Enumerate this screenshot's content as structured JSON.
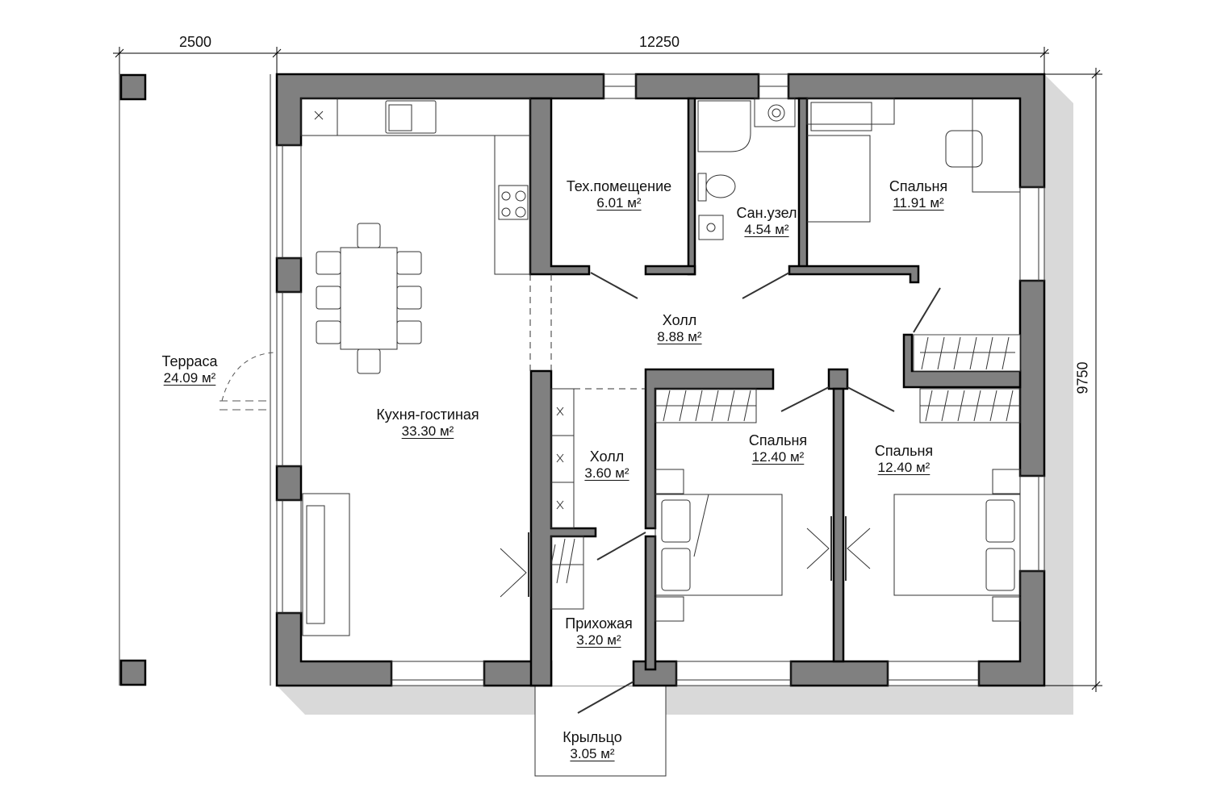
{
  "plan": {
    "dimensions": {
      "terrace_width": "2500",
      "house_width": "12250",
      "house_depth": "9750"
    },
    "rooms": [
      {
        "id": "terrace",
        "name": "Терраса",
        "area": "24.09 м²"
      },
      {
        "id": "kitchen",
        "name": "Кухня-гостиная",
        "area": "33.30 м²"
      },
      {
        "id": "tech",
        "name": "Тех.помещение",
        "area": "6.01 м²"
      },
      {
        "id": "bath",
        "name": "Сан.узел",
        "area": "4.54 м²"
      },
      {
        "id": "bedroom1",
        "name": "Спальня",
        "area": "11.91 м²"
      },
      {
        "id": "hall",
        "name": "Холл",
        "area": "8.88 м²"
      },
      {
        "id": "hall2",
        "name": "Холл",
        "area": "3.60 м²"
      },
      {
        "id": "bedroom2",
        "name": "Спальня",
        "area": "12.40 м²"
      },
      {
        "id": "bedroom3",
        "name": "Спальня",
        "area": "12.40 м²"
      },
      {
        "id": "entry",
        "name": "Прихожая",
        "area": "3.20 м²"
      },
      {
        "id": "porch",
        "name": "Крыльцо",
        "area": "3.05 м²"
      }
    ],
    "colors": {
      "wall": "#808080",
      "shadow": "#d9d9d9",
      "line": "#000000"
    }
  }
}
